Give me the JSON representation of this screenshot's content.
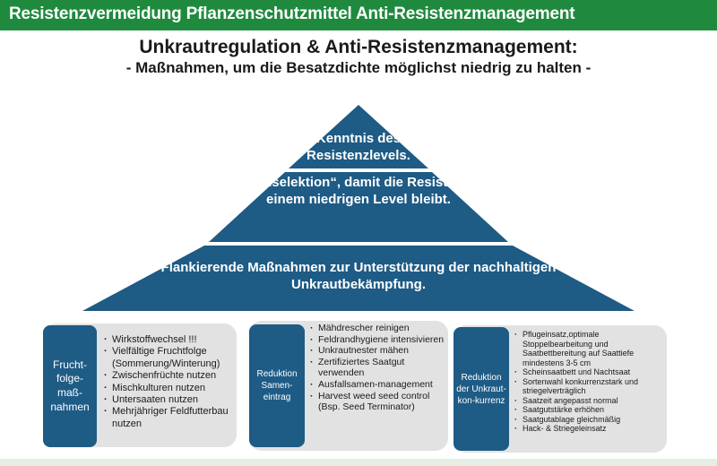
{
  "header": {
    "title": "Resistenzvermeidung Pflanzenschutzmittel Anti-Resistenzmanagement"
  },
  "title": "Unkrautregulation & Anti-Resistenzmanagement:",
  "subtitle": "- Maßnahmen, um die Besatzdichte möglichst niedrig zu halten -",
  "pyramid": {
    "top": "Kenntnis des Resistenzlevels.",
    "middle": "„Gegenselektion“, damit die Resistenz auf einem niedrigen Level bleibt.",
    "base": "Flankierende Maßnahmen zur Unterstützung der nachhaltigen Unkrautbekämpfung."
  },
  "groups": [
    {
      "label": "Frucht-folge-maß-nahmen",
      "items": [
        "Wirkstoffwechsel !!!",
        "Vielfältige Fruchtfolge (Sommerung/Winterung)",
        "Zwischenfrüchte nutzen",
        "Mischkulturen nutzen",
        "Untersaaten nutzen",
        "Mehrjähriger Feldfutterbau nutzen"
      ]
    },
    {
      "label": "Reduktion Samen-eintrag",
      "items": [
        "Mähdrescher reinigen",
        "Feldrandhygiene intensivieren",
        "Unkrautnester mähen",
        "Zertifiziertes Saatgut verwenden",
        "Ausfallsamen-management",
        "Harvest weed seed control (Bsp. Seed Terminator)"
      ]
    },
    {
      "label": "Reduktion der Unkraut-kon-kurrenz",
      "items": [
        "Pflugeinsatz,optimale Stoppelbearbeitung und Saatbettbereitung auf Saattiefe mindestens 3-5 cm",
        "Scheinsaatbett und Nachtsaat",
        "Sortenwahl konkurrenzstark und striegelverträglich",
        "Saatzeit angepasst normal",
        "Saatgutstärke erhöhen",
        "Saatgutablage gleichmäßig",
        "Hack- & Striegeleinsatz"
      ]
    }
  ],
  "colors": {
    "header_green": "#1f8a3e",
    "pyramid_blue": "#1e5b85",
    "panel_grey": "#e2e2e2"
  }
}
